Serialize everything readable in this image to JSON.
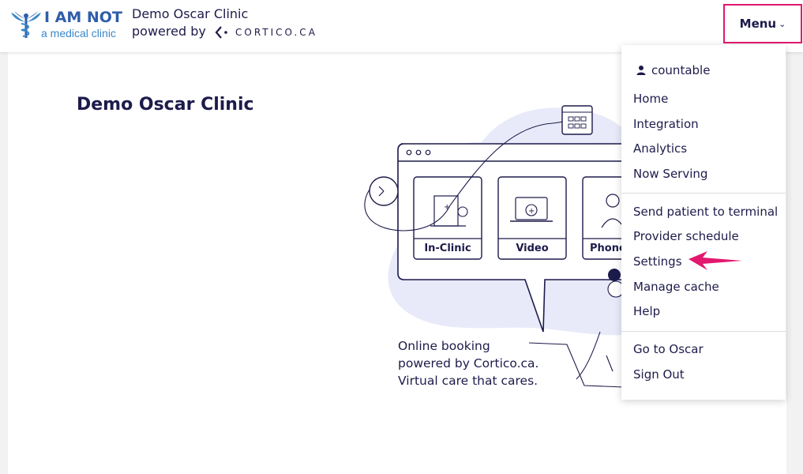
{
  "header": {
    "logo_top": "I AM NOT",
    "logo_bottom": "a medical clinic",
    "clinic_name": "Demo Oscar Clinic",
    "powered_by": "powered by",
    "brand": "CORTICO.CA",
    "menu_label": "Menu"
  },
  "main": {
    "title": "Demo Oscar Clinic",
    "cards": [
      "In-Clinic",
      "Video",
      "Phone"
    ],
    "tagline": [
      "Online booking",
      "powered by Cortico.ca.",
      "Virtual care that cares."
    ]
  },
  "dropdown": {
    "user": "countable",
    "group1": [
      "Home",
      "Integration",
      "Analytics",
      "Now Serving"
    ],
    "group2": [
      "Send patient to terminal",
      "Provider schedule",
      "Settings",
      "Manage cache",
      "Help"
    ],
    "group3": [
      "Go to Oscar",
      "Sign Out"
    ]
  },
  "colors": {
    "navy": "#1d1b4b",
    "accent_pink": "#e2186f",
    "logo_blue": "#2f5ea9",
    "blob": "#e8eaf9"
  }
}
